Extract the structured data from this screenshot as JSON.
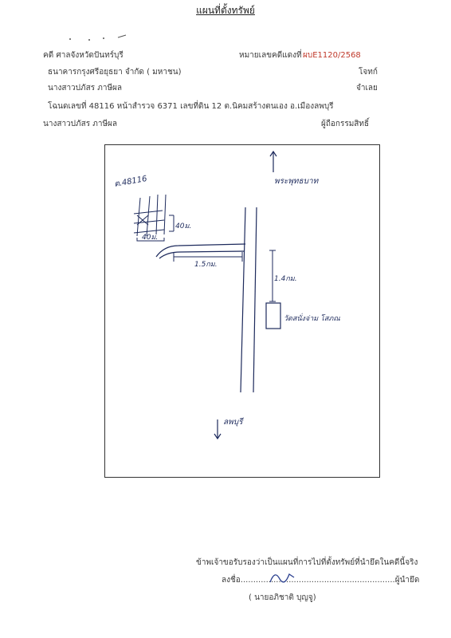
{
  "header": {
    "title": "แผนที่ตั้งทรัพย์",
    "court": "คดี ศาลจังหวัดปันทร์บุรี",
    "case_label": "หมายเลขคดีแดงที่",
    "case_number": "ผบE1120/2568",
    "plaintiff": "ธนาคารกรุงศรีอยุธยา จำกัด ( มหาชน)",
    "plaintiff_role": "โจทก์",
    "defendant": "นางสาวปภัสร ภาษีผล",
    "defendant_role": "จำเลย",
    "deed_line": "โฉนดเลขที่   48116 หน้าสำรวจ   6371 เลขที่ดิน 12 ต.นิคมสร้างตนเอง อ.เมืองลพบุรี",
    "owner": "นางสาวปภัสร  ภาษีผล",
    "owner_role": "ผู้ถือกรรมสิทธิ์"
  },
  "map": {
    "parcel_label": "ต.48116",
    "dim_40_top": "40ม.",
    "dim_40_side": "40ม.",
    "dist_1_5": "1.5กม.",
    "dist_1_4": "1.4กม.",
    "north_label": "พระพุทธบาท",
    "south_label": "ลพบุรี",
    "temple_label": "วัดสนั่งจ่าม โสภณ"
  },
  "footer": {
    "certify": "ข้าพเจ้าขอรับรองว่าเป็นแผนที่การไปที่ตั้งทรัพย์ที่นำยึดในคดีนี้จริง",
    "sign_line": "ลงชื่อ.............................................................ผู้นำยึด",
    "signer": "( นายอภิชาติ  บุญจู)"
  }
}
